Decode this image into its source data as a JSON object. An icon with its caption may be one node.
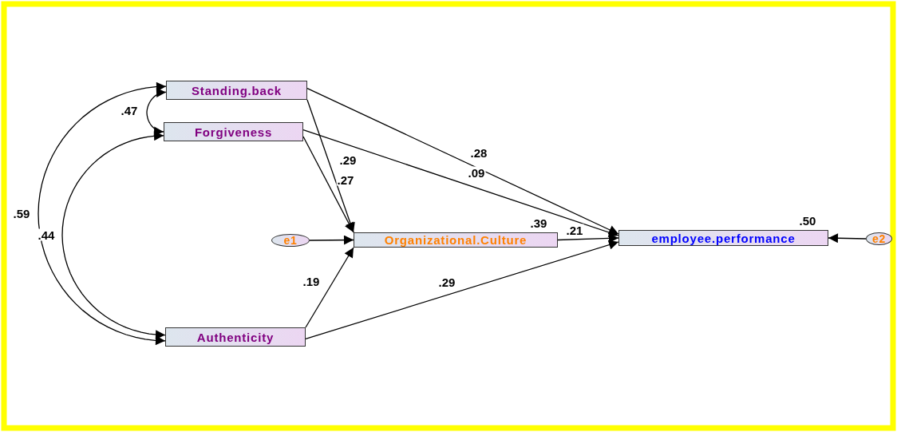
{
  "diagram": {
    "nodes": [
      {
        "text": [
          "Standing.back"
        ]
      },
      {
        "text": [
          "Forgiveness"
        ]
      },
      {
        "text": [
          "e1"
        ]
      },
      {
        "text": [
          "Organizational.Culture"
        ],
        "beside": [
          ".39"
        ]
      },
      {
        "text": [
          "Authenticity"
        ]
      },
      {
        "text": [
          "employee.performance"
        ],
        "beside": [
          ".50"
        ]
      },
      {
        "text": [
          "e2"
        ]
      }
    ],
    "edges": [
      {
        "from": 0,
        "to": 1,
        "arrow": "both",
        "label": ".47"
      },
      {
        "from": 0,
        "to": 4,
        "arrow": "both",
        "label": ".59"
      },
      {
        "from": 1,
        "to": 4,
        "arrow": "both",
        "label": ".44"
      },
      {
        "from": 0,
        "to": 3,
        "arrow": "to",
        "label": ".29"
      },
      {
        "from": 1,
        "to": 3,
        "arrow": "to",
        "label": ".27"
      },
      {
        "from": 2,
        "to": 3,
        "arrow": "to"
      },
      {
        "from": 4,
        "to": 3,
        "arrow": "to",
        "label": ".19"
      },
      {
        "from": 0,
        "to": 5,
        "arrow": "to",
        "label": ".28"
      },
      {
        "from": 1,
        "to": 5,
        "arrow": "to",
        "label": ".09"
      },
      {
        "from": 3,
        "to": 5,
        "arrow": "to",
        "label": ".21"
      },
      {
        "from": 4,
        "to": 5,
        "arrow": "to",
        "label": ".29"
      },
      {
        "from": 6,
        "to": 5,
        "arrow": "to"
      }
    ]
  }
}
